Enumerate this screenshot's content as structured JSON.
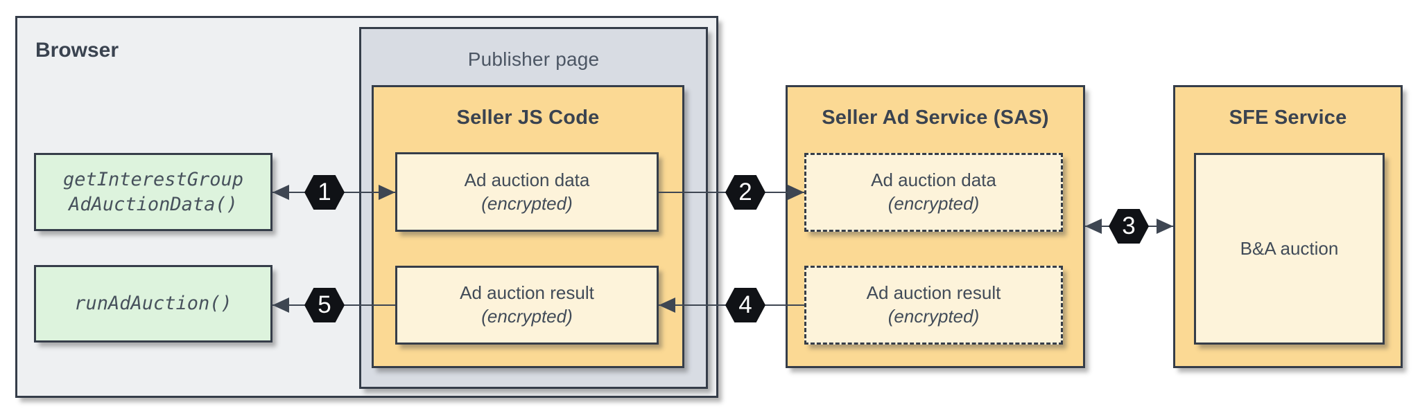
{
  "diagram": {
    "browser": {
      "label": "Browser"
    },
    "publisher_page": {
      "label": "Publisher page"
    },
    "seller_js": {
      "label": "Seller JS Code"
    },
    "sas": {
      "label": "Seller Ad Service (SAS)"
    },
    "sfe": {
      "label": "SFE Service"
    },
    "boxes": {
      "get_interest_group": {
        "line1": "getInterestGroup",
        "line2": "AdAuctionData()"
      },
      "run_ad_auction": {
        "line1": "runAdAuction()",
        "line2": ""
      },
      "js_ad_auction_data": {
        "label": "Ad auction data",
        "sublabel": "(encrypted)"
      },
      "js_ad_auction_result": {
        "label": "Ad auction result",
        "sublabel": "(encrypted)"
      },
      "sas_ad_auction_data": {
        "label": "Ad auction data",
        "sublabel": "(encrypted)"
      },
      "sas_ad_auction_result": {
        "label": "Ad auction result",
        "sublabel": "(encrypted)"
      },
      "ba_auction": {
        "label": "B&A auction"
      }
    },
    "steps": {
      "s1": "1",
      "s2": "2",
      "s3": "3",
      "s4": "4",
      "s5": "5"
    }
  },
  "colors": {
    "panel_gray": "#eef0f2",
    "publisher_gray": "#d8dce3",
    "service_orange": "#fbd994",
    "inner_cream": "#fdf3da",
    "api_green": "#ddf3dd",
    "line_dark": "#3e4652",
    "badge_black": "#101216",
    "text_dark": "#3a4350"
  }
}
